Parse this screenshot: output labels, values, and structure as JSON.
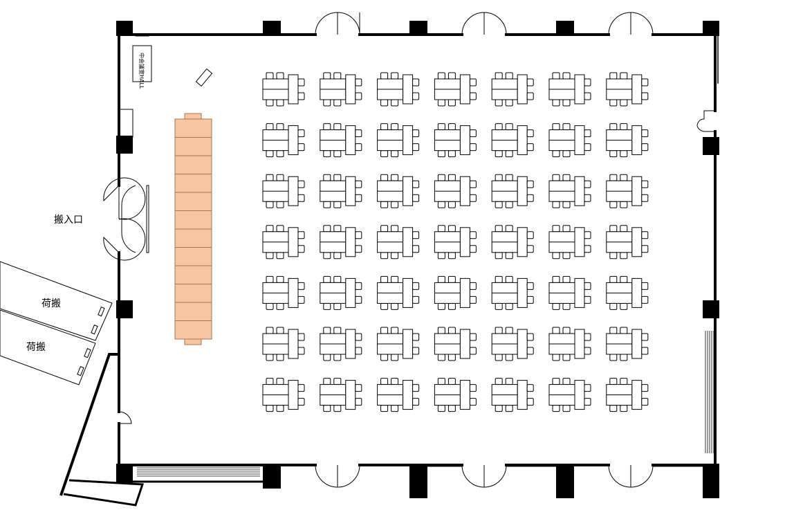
{
  "labels": {
    "entrance": "搬入口",
    "cargo_upper": "荷搬",
    "cargo_lower": "荷搬",
    "hall_sign": "中会議室HALL"
  },
  "layout": {
    "table_rows": 7,
    "table_columns": 7,
    "counter_segments": 12
  },
  "colors": {
    "counter_fill": "#f7c59f",
    "counter_stroke": "#a9744f",
    "wall": "#000000"
  }
}
